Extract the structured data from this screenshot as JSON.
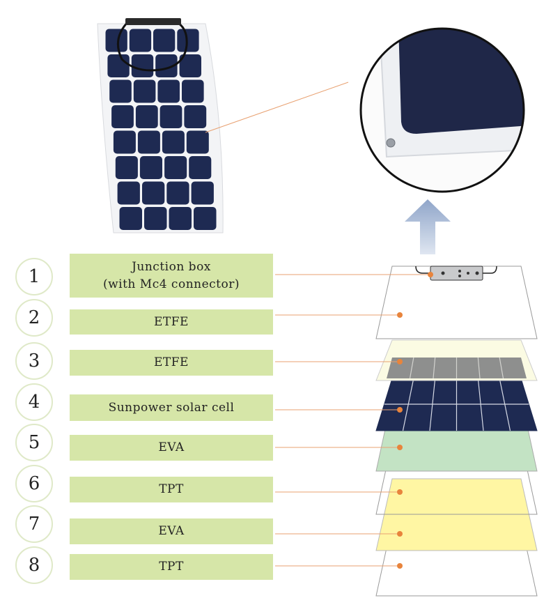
{
  "layers": [
    {
      "number": "1",
      "label": "Junction box\n(with Mc4 connector)"
    },
    {
      "number": "2",
      "label": "ETFE"
    },
    {
      "number": "3",
      "label": "ETFE"
    },
    {
      "number": "4",
      "label": "Sunpower solar cell"
    },
    {
      "number": "5",
      "label": "EVA"
    },
    {
      "number": "6",
      "label": "TPT"
    },
    {
      "number": "7",
      "label": "EVA"
    },
    {
      "number": "8",
      "label": "TPT"
    }
  ],
  "colors": {
    "label_fill": "#d6e6a8",
    "circle_border": "#dfe9c8",
    "leader_line": "#e8a070",
    "leader_dot": "#e8843c",
    "cell_dark": "#1e2a52",
    "frame_white": "#f4f5f7",
    "etfe_tint": "#fbfbe3",
    "eva_green": "#c3e3c4",
    "tpt_yellow": "#fff6a3",
    "arrow": "#9aaecf"
  }
}
